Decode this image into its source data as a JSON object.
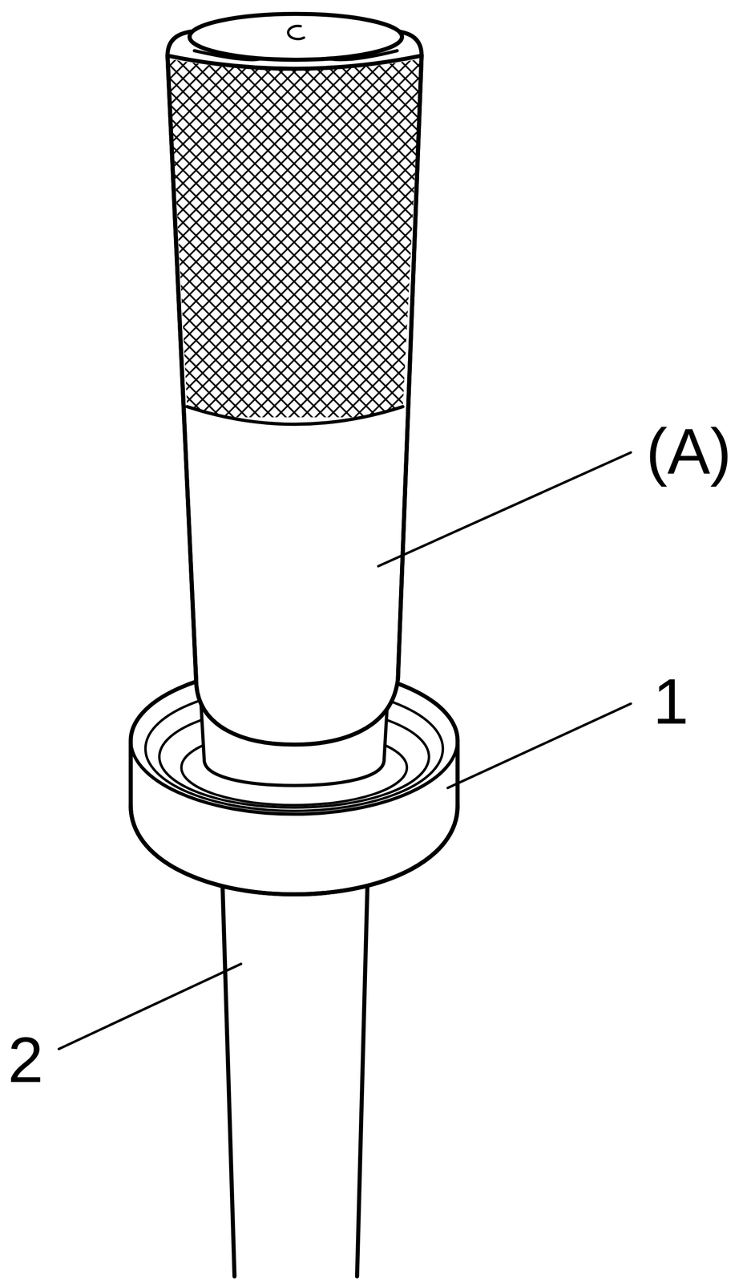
{
  "diagram": {
    "labels": [
      "(A)",
      "1",
      "2"
    ]
  }
}
